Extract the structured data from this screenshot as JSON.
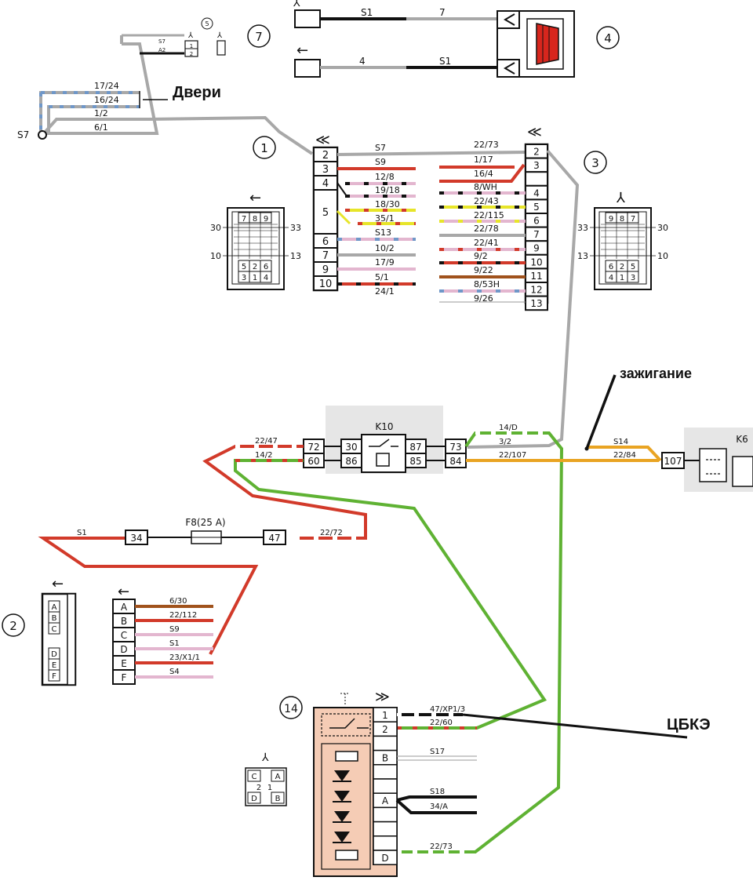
{
  "labels": {
    "doors": "Двери",
    "ignition": "зажигание",
    "cbke": "ЦБКЭ",
    "k10": "K10",
    "k6": "K6",
    "fuse": "F8(25 A)",
    "s7": "S7"
  },
  "callouts": {
    "c1": "1",
    "c2": "2",
    "c3": "3",
    "c4": "4",
    "c5": "5",
    "c7": "7",
    "c14": "14"
  },
  "colors": {
    "gray": "#a8a8a8",
    "red": "#d23a2a",
    "pink": "#e3b6cf",
    "yellow": "#e7e52a",
    "orange": "#e9a423",
    "green": "#5fb233",
    "brown": "#a0521c",
    "blue": "#6f97c8",
    "black": "#111111",
    "relay_fill": "#f5ccb5"
  },
  "connector4": {
    "top_wire": "S1",
    "top_pin": "7",
    "bottom_pin": "4",
    "bottom_wire": "S1"
  },
  "door_wires": [
    "17/24",
    "16/24",
    "1/2",
    "6/1"
  ],
  "small_conn": {
    "w1": "S7",
    "w2": "A2",
    "p1": "1",
    "p2": "2"
  },
  "conn1": {
    "pins": [
      "2",
      "3",
      "4",
      "5",
      "6",
      "7",
      "9",
      "10"
    ],
    "wires": [
      "S7",
      "S9",
      "12/8",
      "19/18",
      "18/30",
      "35/1",
      "S13",
      "10/2",
      "17/9",
      "5/1",
      "24/1"
    ]
  },
  "conn3": {
    "pins": [
      "2",
      "3",
      "",
      "4",
      "5",
      "6",
      "7",
      "9",
      "10",
      "11",
      "12",
      "13"
    ],
    "wires": [
      "22/73",
      "1/17",
      "16/4",
      "8/WH",
      "22/43",
      "22/115",
      "22/78",
      "22/41",
      "9/2",
      "9/22",
      "8/53H",
      "9/26"
    ]
  },
  "face_left": {
    "top": [
      "7",
      "8",
      "9"
    ],
    "bottom": [
      "5",
      "2",
      "6",
      "3",
      "1",
      "4"
    ],
    "l1": "30",
    "r1": "33",
    "l2": "10",
    "r2": "13"
  },
  "face_right": {
    "top": [
      "9",
      "8",
      "7"
    ],
    "bottom": [
      "6",
      "2",
      "5",
      "4",
      "1",
      "3"
    ],
    "l1": "33",
    "r1": "30",
    "l2": "13",
    "r2": "10"
  },
  "k10_block": {
    "left_pins": [
      "72",
      "60"
    ],
    "inner_left": [
      "30",
      "86"
    ],
    "inner_right": [
      "87",
      "85"
    ],
    "right_pins": [
      "73",
      "84"
    ]
  },
  "k10_wires": {
    "w1": "22/47",
    "w2": "14/2",
    "w3": "14/D",
    "w4": "3/2",
    "w5": "22/107",
    "w6": "S14",
    "w7": "22/84",
    "pin": "107"
  },
  "fuse_line": {
    "s1": "S1",
    "p34": "34",
    "p47": "47",
    "w": "22/72"
  },
  "conn2": {
    "pins": [
      "A",
      "B",
      "C",
      "D",
      "E",
      "F"
    ],
    "wires": [
      "6/30",
      "22/112",
      "S9",
      "S1",
      "23/X1/1",
      "S4"
    ]
  },
  "conn2_face": [
    "A",
    "B",
    "C",
    "D",
    "E",
    "F"
  ],
  "conn14": {
    "pins": [
      "1",
      "2",
      "B",
      "A",
      "D"
    ],
    "wires": [
      "47/XP1/3",
      "22/60",
      "S17",
      "S18",
      "34/A",
      "22/73"
    ]
  },
  "face14": {
    "tl": "C",
    "tr": "A",
    "m1": "2",
    "m2": "1",
    "bl": "D",
    "br": "B"
  }
}
